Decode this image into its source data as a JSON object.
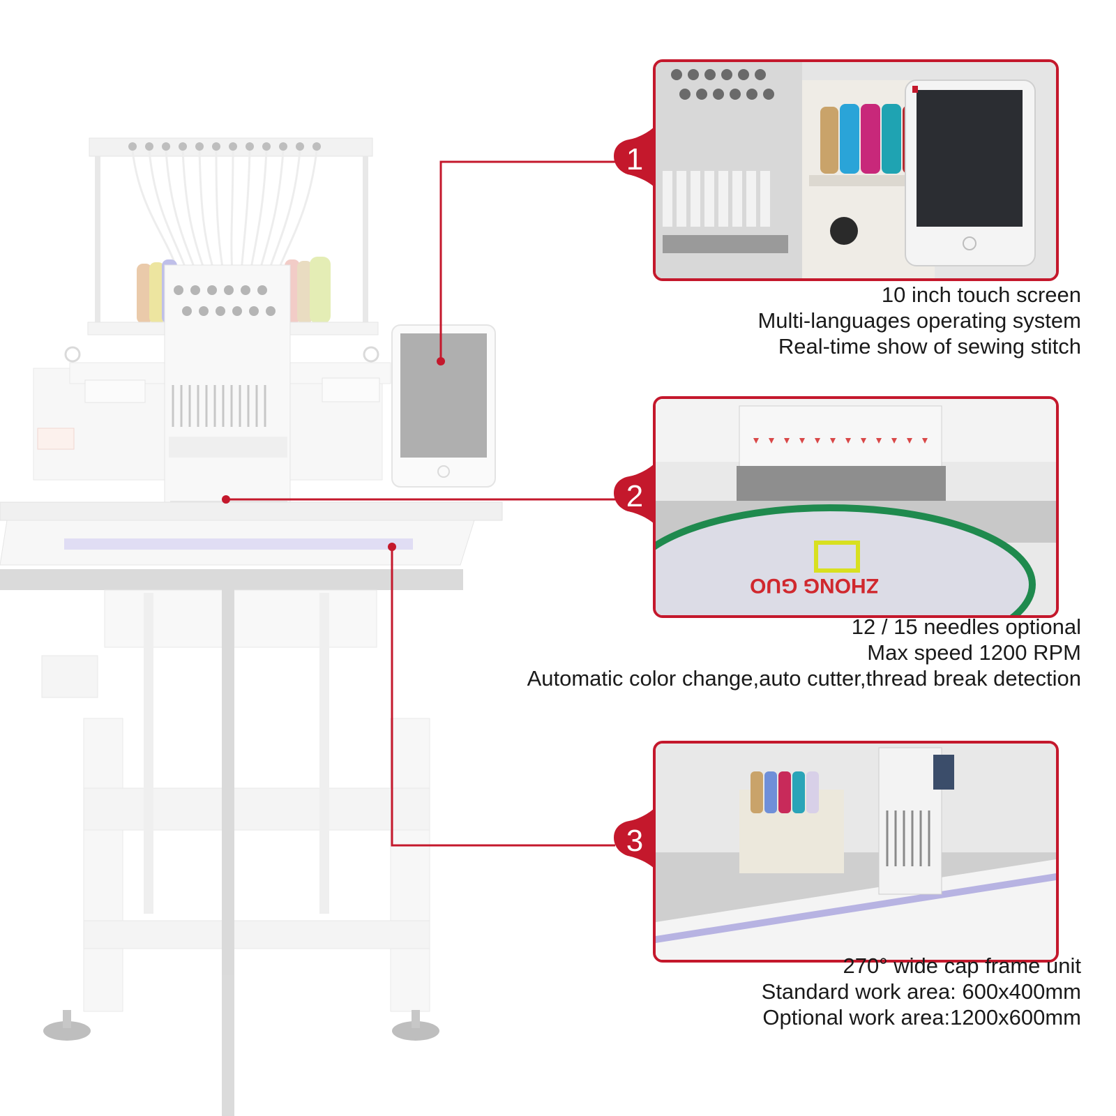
{
  "colors": {
    "accent": "#c4182c",
    "machine_body": "#efefef",
    "machine_shadow": "#d4d4d4",
    "caption_text": "#1a1a1a"
  },
  "features": [
    {
      "number": "1",
      "lines": [
        "10 inch touch screen",
        "Multi-languages operating system",
        "Real-time show of sewing stitch"
      ]
    },
    {
      "number": "2",
      "lines": [
        "12 / 15 needles optional",
        "Max speed 1200 RPM",
        "Automatic color change,auto cutter,thread break detection"
      ]
    },
    {
      "number": "3",
      "lines": [
        "270° wide cap frame unit",
        "Standard work area: 600x400mm",
        "Optional work area:1200x600mm"
      ]
    }
  ],
  "hoop_embroidery_text": "ZHONG GUO"
}
